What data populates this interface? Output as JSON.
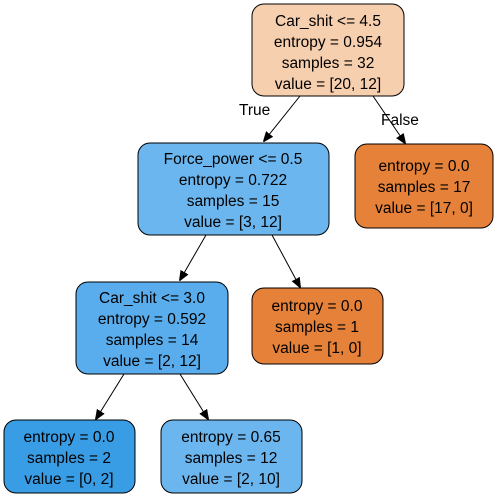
{
  "colors": {
    "orange_light": "#f6cfaf",
    "orange": "#e58139",
    "blue_mid": "#6bb6ef",
    "blue": "#5aadec",
    "blue_dark": "#399de5",
    "blue_light": "#6cb6ef"
  },
  "nodes": {
    "root": {
      "split": "Car_shit <= 4.5",
      "entropy": "entropy = 0.954",
      "samples": "samples = 32",
      "value": "value = [20, 12]"
    },
    "left1": {
      "split": "Force_power <= 0.5",
      "entropy": "entropy = 0.722",
      "samples": "samples = 15",
      "value": "value = [3, 12]"
    },
    "right1": {
      "entropy": "entropy = 0.0",
      "samples": "samples = 17",
      "value": "value = [17, 0]"
    },
    "left2": {
      "split": "Car_shit <= 3.0",
      "entropy": "entropy = 0.592",
      "samples": "samples = 14",
      "value": "value = [2, 12]"
    },
    "right2": {
      "entropy": "entropy = 0.0",
      "samples": "samples = 1",
      "value": "value = [1, 0]"
    },
    "left3": {
      "entropy": "entropy = 0.0",
      "samples": "samples = 2",
      "value": "value = [0, 2]"
    },
    "right3": {
      "entropy": "entropy = 0.65",
      "samples": "samples = 12",
      "value": "value = [2, 10]"
    }
  },
  "edges": {
    "true_label": "True",
    "false_label": "False"
  }
}
